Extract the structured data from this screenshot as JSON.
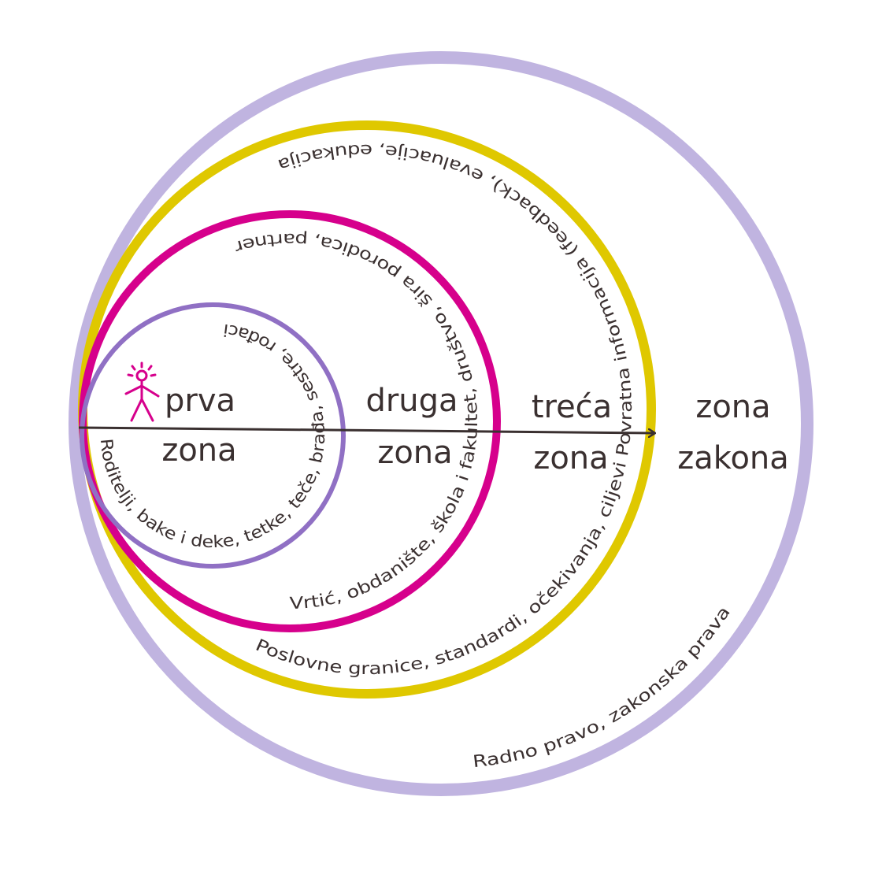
{
  "colors": {
    "outer_ring": "#c0b4e0",
    "third_ring": "#dfc800",
    "second_ring": "#d6008c",
    "first_ring": "#9070c4",
    "text": "#3a3030",
    "person": "#d6008c"
  },
  "zones": [
    {
      "title": "prva",
      "subtitle": "zona",
      "members": "Roditelji, bake i deke, tetke, teče, brađa, sestre, rođaci"
    },
    {
      "title": "druga",
      "subtitle": "zona",
      "members": "Vrtić, obdanište, škola i fakultet, društvo, šira porodica, partner"
    },
    {
      "title": "treća",
      "subtitle": "zona",
      "members": "Poslovne granice, standardi, očekivanja, ciljevi Povratna informacija (feedback), evaluacije, edukacija"
    },
    {
      "title": "zona",
      "subtitle": "zakona",
      "members": "Radno pravo, zakonska prava"
    }
  ],
  "icons": {
    "person": "person-icon",
    "arrow": "arrow-right-icon"
  }
}
